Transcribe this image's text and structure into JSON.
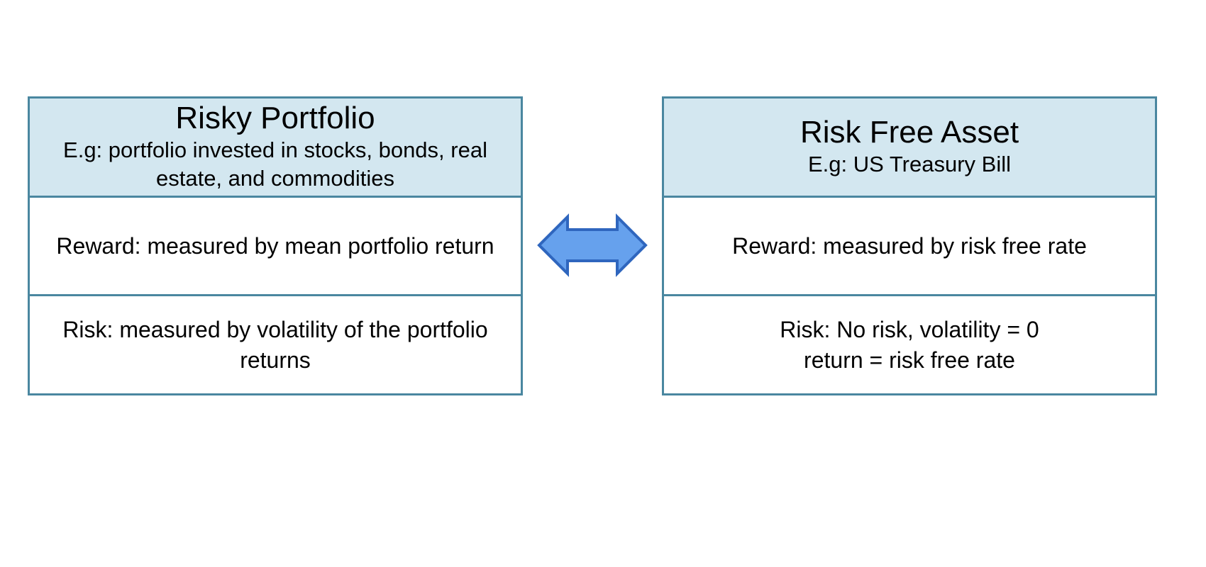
{
  "left_box": {
    "title": "Risky Portfolio",
    "subtitle": "E.g: portfolio invested in stocks, bonds, real estate, and commodities",
    "reward": "Reward: measured by mean portfolio return",
    "risk": "Risk: measured by volatility of the portfolio returns"
  },
  "right_box": {
    "title": "Risk Free Asset",
    "subtitle": "E.g: US Treasury Bill",
    "reward": "Reward: measured by risk free rate",
    "risk_line1": "Risk: No risk, volatility = 0",
    "risk_line2": "return = risk free rate"
  },
  "connector": {
    "icon": "double-arrow-icon",
    "fill_color": "#66a1ed",
    "stroke_color": "#2f66be"
  },
  "colors": {
    "header_fill": "#d3e7f0",
    "border": "#4a87a0"
  }
}
